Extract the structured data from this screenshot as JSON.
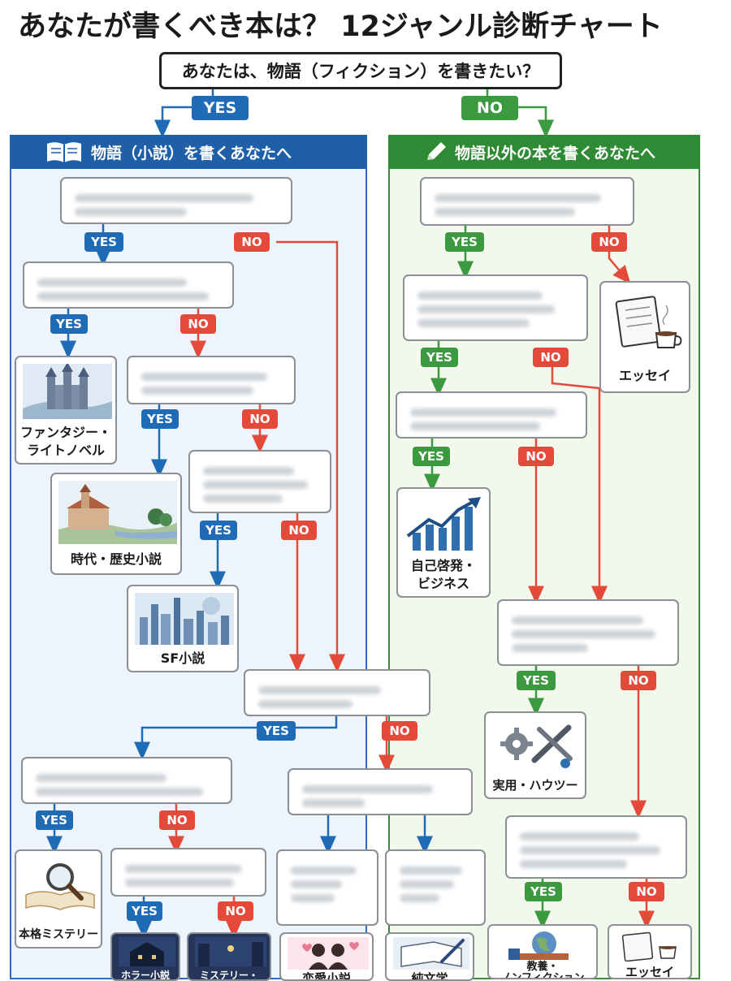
{
  "title": "あなたが書くべき本は？ 12ジャンル診断チャート",
  "top_question": "あなたは、物語（フィクション）を書きたい？",
  "labels": {
    "yes": "YES",
    "no": "NO"
  },
  "panels": {
    "fiction": {
      "header": "物語（小説）を書くあなたへ",
      "icon": "open-book-icon"
    },
    "nonfiction": {
      "header": "物語以外の本を書くあなたへ",
      "icon": "pencil-icon"
    }
  },
  "results": {
    "fantasy": "ファンタジー・\nライトノベル",
    "historical": "時代・歴史小説",
    "sf": "SF小説",
    "mystery": "本格ミステリー",
    "horror": "ホラー小説",
    "mystery2": "ミステリー・",
    "romance": "恋愛小説",
    "pure_lit": "純文学",
    "essay": "エッセイ",
    "self_help": "自己啓発・\nビジネス",
    "howto": "実用・ハウツー",
    "education": "教養・\nノンフィクション",
    "essay2": "エッセイ"
  },
  "colors": {
    "blue": "#1f6bb5",
    "green": "#3b9a3f",
    "red": "#e34a3a",
    "blue_panel": "#eef4fb",
    "green_panel": "#f3f8ec"
  }
}
